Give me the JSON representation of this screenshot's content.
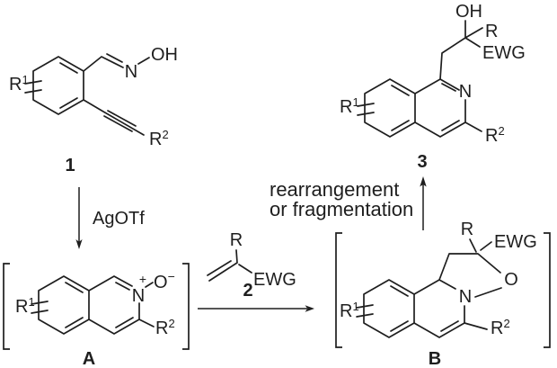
{
  "colors": {
    "ink": "#1e1e1e",
    "background": "#ffffff"
  },
  "compound_1": {
    "label": "1",
    "r1_base": "R",
    "r1_sup": "1",
    "oxime_n": "N",
    "oxime_oh": "OH",
    "r2_base": "R",
    "r2_sup": "2"
  },
  "step_1_to_a": {
    "reagent": "AgOTf"
  },
  "intermediate_a": {
    "label": "A",
    "r1_base": "R",
    "r1_sup": "1",
    "n": "N",
    "n_charge": "+",
    "o": "O",
    "o_charge": "−",
    "r2_base": "R",
    "r2_sup": "2"
  },
  "alkene_2": {
    "label": "2",
    "r": "R",
    "ewg": "EWG"
  },
  "step_b_to_3": {
    "line1": "rearrangement",
    "line2": "or fragmentation"
  },
  "intermediate_b": {
    "label": "B",
    "r1_base": "R",
    "r1_sup": "1",
    "n": "N",
    "o": "O",
    "r": "R",
    "ewg": "EWG",
    "r2_base": "R",
    "r2_sup": "2"
  },
  "product_3": {
    "label": "3",
    "r1_base": "R",
    "r1_sup": "1",
    "oh": "OH",
    "r": "R",
    "ewg": "EWG",
    "n": "N",
    "r2_base": "R",
    "r2_sup": "2"
  }
}
